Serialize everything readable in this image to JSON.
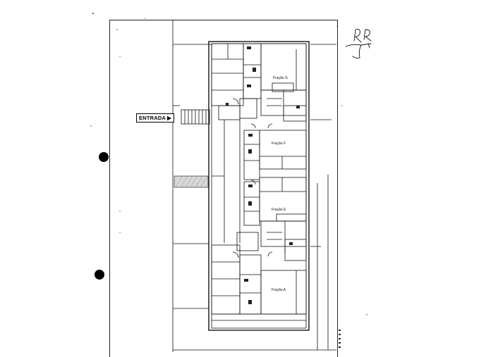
{
  "entrance": {
    "label": "ENTRADA"
  },
  "fractions": [
    {
      "label": "Fração G"
    },
    {
      "label": "Fração F"
    },
    {
      "label": "Fração E"
    },
    {
      "label": "Fração A"
    }
  ],
  "signature": {
    "initials": "RR"
  }
}
